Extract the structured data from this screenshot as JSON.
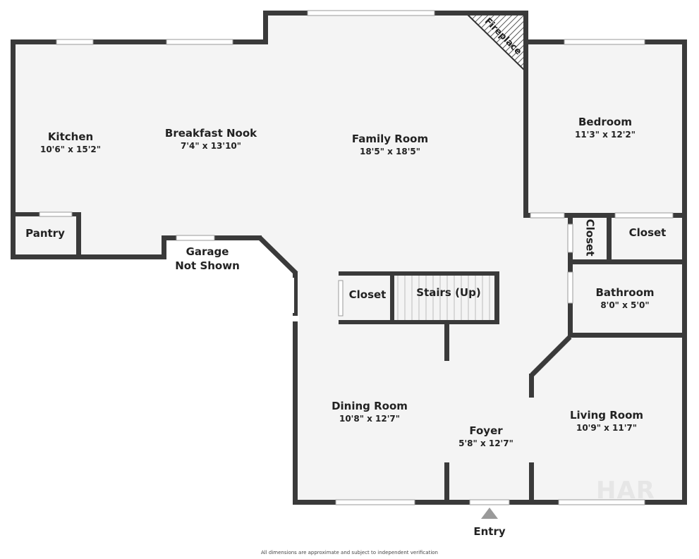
{
  "rooms": {
    "kitchen": {
      "name": "Kitchen",
      "dims": "10'6\" x 15'2\""
    },
    "breakfast": {
      "name": "Breakfast Nook",
      "dims": "7'4\" x 13'10\""
    },
    "family": {
      "name": "Family Room",
      "dims": "18'5\" x 18'5\""
    },
    "bedroom": {
      "name": "Bedroom",
      "dims": "11'3\" x 12'2\""
    },
    "pantry": {
      "name": "Pantry"
    },
    "garage": {
      "line1": "Garage",
      "line2": "Not Shown"
    },
    "closet_hall": {
      "name": "Closet"
    },
    "stairs": {
      "name": "Stairs (Up)"
    },
    "closet_vert": {
      "name": "Closet"
    },
    "closet_right": {
      "name": "Closet"
    },
    "bathroom": {
      "name": "Bathroom",
      "dims": "8'0\" x 5'0\""
    },
    "dining": {
      "name": "Dining Room",
      "dims": "10'8\" x 12'7\""
    },
    "foyer": {
      "name": "Foyer",
      "dims": "5'8\" x 12'7\""
    },
    "living": {
      "name": "Living Room",
      "dims": "10'9\" x 11'7\""
    },
    "fireplace": {
      "name": "Fireplace"
    }
  },
  "entry_label": "Entry",
  "disclaimer": "All dimensions are approximate and subject to independent verification",
  "watermark": "HAR",
  "colors": {
    "wall": "#3a3a3a",
    "floor": "#f4f4f4",
    "window": "#ffffff"
  }
}
